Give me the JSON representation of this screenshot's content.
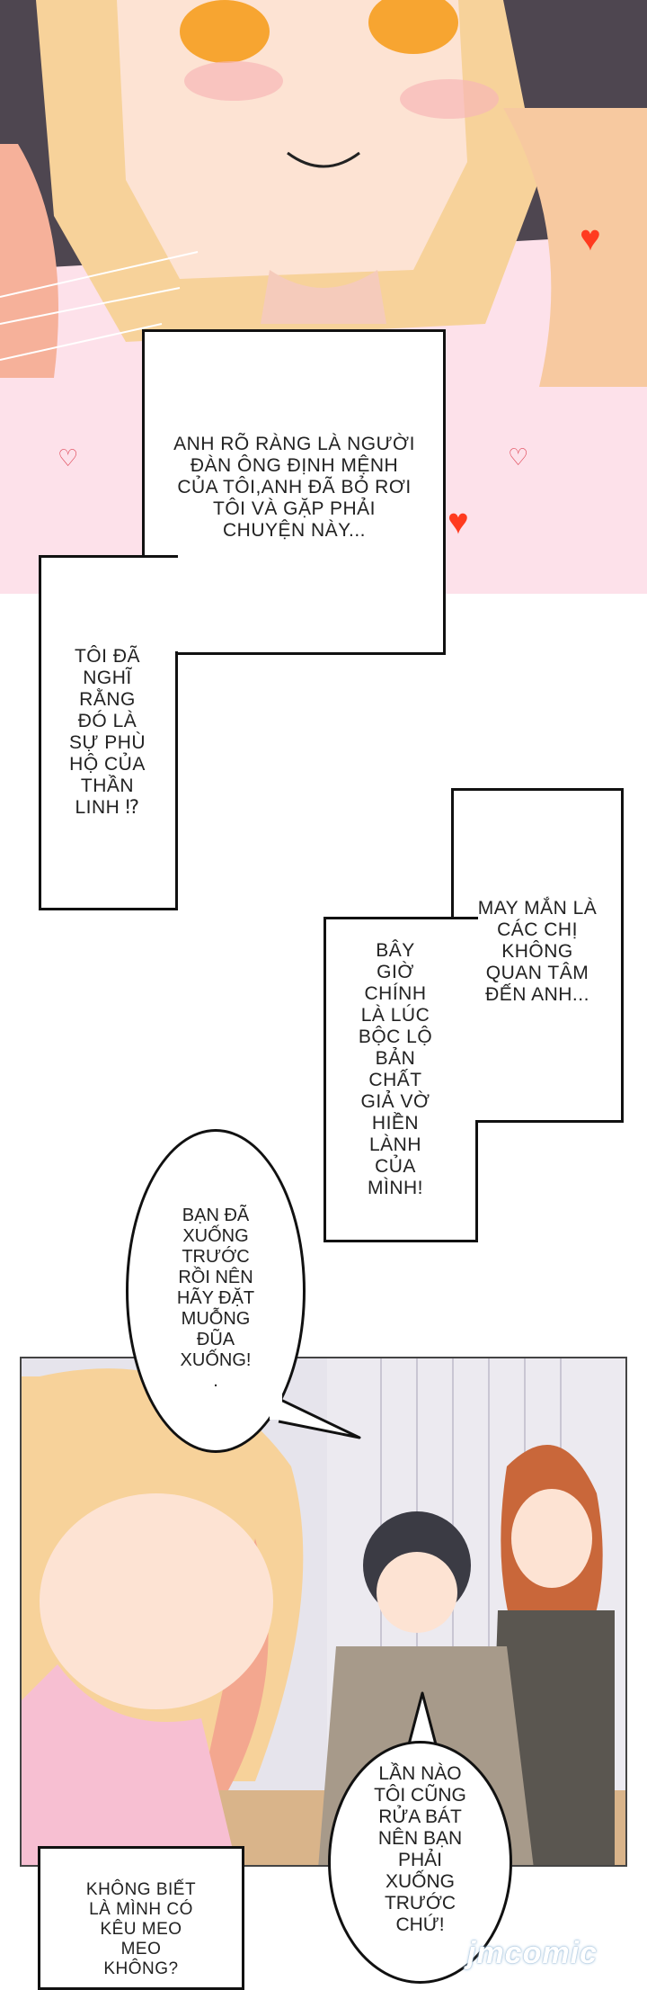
{
  "captions": {
    "c1": [
      "ANH RÕ RÀNG LÀ NGƯỜI",
      "ĐÀN ÔNG ĐỊNH MỆNH",
      "CỦA TÔI,ANH ĐÃ BỎ RƠI",
      "TÔI VÀ GẶP PHẢI",
      "CHUYỆN NÀY..."
    ],
    "c2": [
      "TÔI ĐÃ",
      "NGHĨ",
      "RẰNG",
      "ĐÓ LÀ",
      "SỰ PHÙ",
      "HỘ CỦA",
      "THẦN",
      "LINH ⁉"
    ],
    "c3": [
      "MAY MẮN LÀ",
      "CÁC CHỊ",
      "KHÔNG",
      "QUAN TÂM",
      "ĐẾN ANH..."
    ],
    "c4": [
      "BÂY",
      "GIỜ",
      "CHÍNH",
      "LÀ LÚC",
      "BỘC LỘ",
      "BẢN",
      "CHẤT",
      "GIẢ VỜ",
      "HIỀN",
      "LÀNH",
      "CỦA",
      "MÌNH!"
    ],
    "c5": [
      "KHÔNG BIẾT",
      "LÀ MÌNH CÓ",
      "KÊU MEO",
      "MEO",
      "KHÔNG?"
    ]
  },
  "bubbles": {
    "b1": [
      "BẠN ĐÃ",
      "XUỐNG",
      "TRƯỚC",
      "RỒI NÊN",
      "HÃY ĐẶT",
      "MUỖNG",
      "ĐŨA",
      "XUỐNG!",
      "."
    ],
    "b2": [
      "LẦN NÀO",
      "TÔI CŨNG",
      "RỬA BÁT",
      "NÊN BẠN",
      "PHẢI",
      "XUỐNG",
      "TRƯỚC",
      "CHỨ!"
    ]
  },
  "watermark": "jmcomic",
  "colors": {
    "heart": "#ff3b1f",
    "skin": "#fde3d3",
    "hair": "#f7d29a",
    "bg_panel": "#e9e7ef"
  }
}
